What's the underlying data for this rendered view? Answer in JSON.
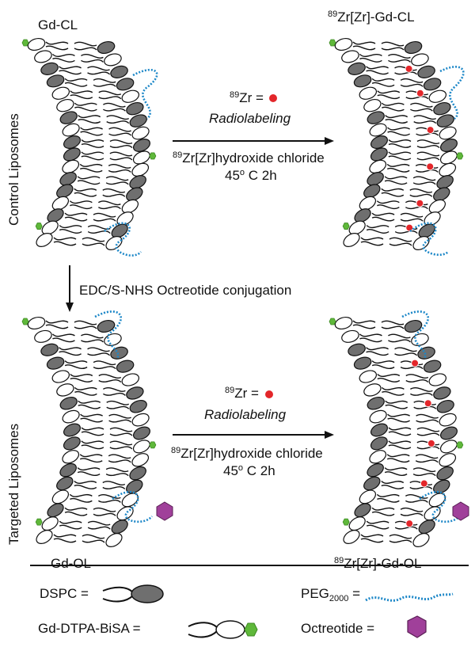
{
  "labels": {
    "gd_cl": "Gd-CL",
    "zr_gd_cl": "Zr[Zr]-Gd-CL",
    "gd_ol": "Gd-OL",
    "zr_gd_ol": "Zr[Zr]-Gd-OL",
    "isotope_mass": "89",
    "control_side": "Control Liposomes",
    "targeted_side": "Targeted Liposomes"
  },
  "reaction": {
    "zr_equals": "Zr =",
    "radiolabeling": "Radiolabeling",
    "reagent": "Zr[Zr]hydroxide chloride",
    "conditions_temp": "45",
    "conditions_deg": "o",
    "conditions_rest": " C 2h",
    "conjugation": "EDC/S-NHS Octreotide conjugation"
  },
  "legend": {
    "dspc": "DSPC =",
    "gd_dtpa": "Gd-DTPA-BiSA =",
    "peg_main": "PEG",
    "peg_sub": "2000",
    "peg_eq": " =",
    "octreotide": "Octreotide ="
  },
  "colors": {
    "lipid_dark": "#6f6f6f",
    "lipid_light": "#ffffff",
    "gd_green": "#5fb83a",
    "peg_blue": "#1e88c8",
    "zr_red": "#e3262a",
    "octreotide_purple": "#a0409a"
  }
}
